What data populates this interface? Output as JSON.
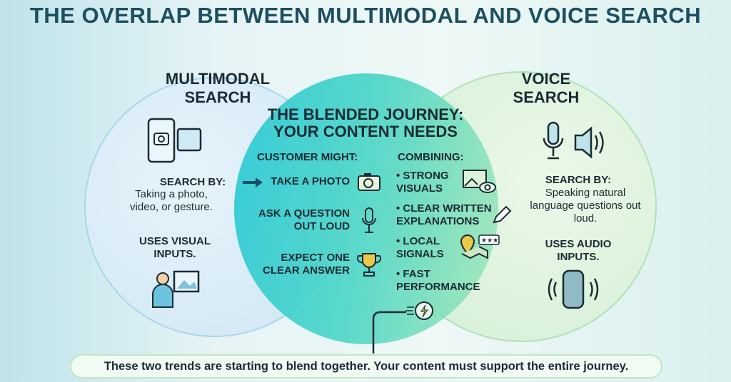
{
  "title": "THE OVERLAP BETWEEN MULTIMODAL AND VOICE SEARCH",
  "multimodal": {
    "heading": "MULTIMODAL SEARCH",
    "search_by_label": "SEARCH BY:",
    "search_by_text": "Taking a photo, video, or gesture.",
    "uses": "USES VISUAL INPUTS."
  },
  "voice": {
    "heading": "VOICE SEARCH",
    "search_by_label": "SEARCH BY:",
    "search_by_text": "Speaking natural language questions out loud.",
    "uses": "USES AUDIO INPUTS."
  },
  "blended": {
    "heading_line1": "THE BLENDED JOURNEY:",
    "heading_line2": "YOUR CONTENT NEEDS",
    "customer_label": "CUSTOMER MIGHT:",
    "customer_items": [
      "TAKE A PHOTO",
      "ASK A QUESTION OUT LOUD",
      "EXPECT ONE CLEAR ANSWER"
    ],
    "combining_label": "COMBINING:",
    "combining_items": [
      "STRONG VISUALS",
      "CLEAR WRITTEN EXPLANATIONS",
      "LOCAL SIGNALS",
      "FAST PERFORMANCE"
    ]
  },
  "footer": "These two trends are starting to blend together. Your content must support the entire journey."
}
